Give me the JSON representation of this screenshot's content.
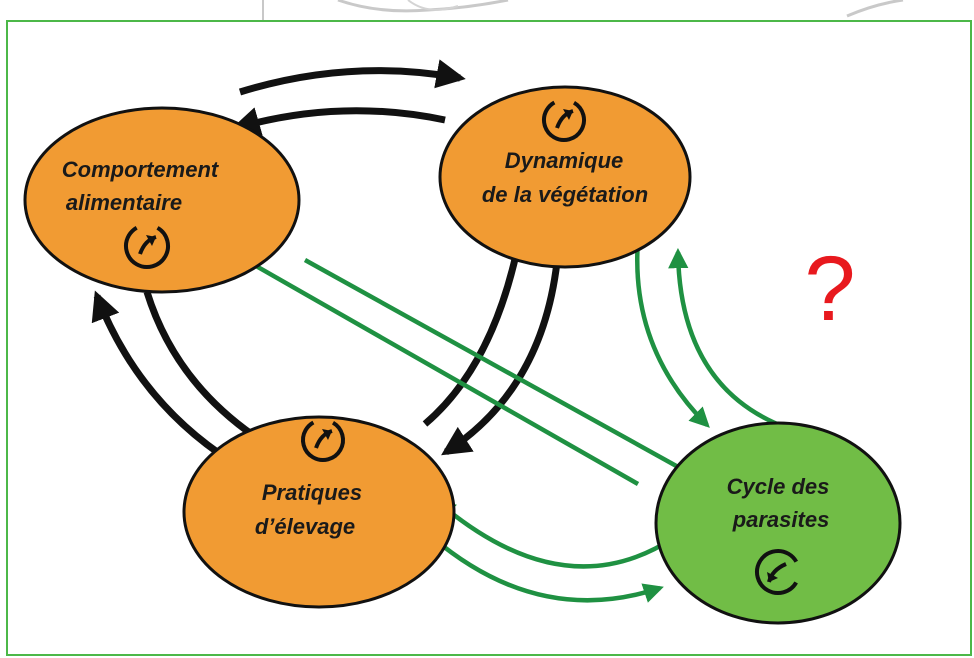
{
  "colors": {
    "orange_node": "#f19b33",
    "green_node": "#71bd46",
    "node_stroke": "#111111",
    "black_arrow": "#111111",
    "green_arrow": "#1f9142",
    "frame": "#4cb848",
    "question_mark": "#e8191e"
  },
  "nodes": {
    "comportement": {
      "line1": "Comportement",
      "line2": "alimentaire",
      "icon": "cycle-icon"
    },
    "dynamique": {
      "line1": "Dynamique",
      "line2": "de la végétation",
      "icon": "cycle-icon"
    },
    "pratiques": {
      "line1": "Pratiques",
      "line2": "d’élevage",
      "icon": "cycle-icon"
    },
    "cycle": {
      "line1": "Cycle des",
      "line2": "parasites",
      "icon": "cycle-icon"
    }
  },
  "question_mark": "?"
}
